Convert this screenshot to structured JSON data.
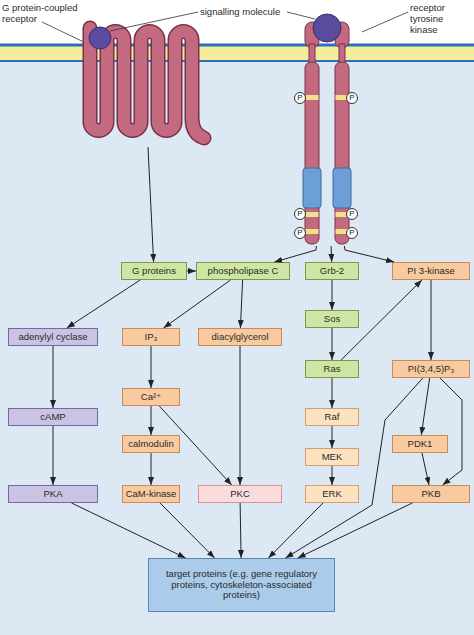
{
  "diagram": {
    "nodes": [
      {
        "text": [
          "G protein-coupled receptor"
        ]
      },
      {
        "text": [
          "receptor tyrosine kinase"
        ]
      },
      {
        "text": [
          "P"
        ],
        "in": 1
      },
      {
        "text": [
          "P"
        ],
        "in": 1
      },
      {
        "text": [
          "P"
        ],
        "in": 1
      },
      {
        "text": [
          "P"
        ],
        "in": 1
      },
      {
        "text": [
          "P"
        ],
        "in": 1
      },
      {
        "text": [
          "P"
        ],
        "in": 1
      },
      {
        "text": [
          "G proteins"
        ]
      },
      {
        "text": [
          "phospholipase C"
        ]
      },
      {
        "text": [
          "Grb-2"
        ]
      },
      {
        "text": [
          "PI 3-kinase"
        ]
      },
      {
        "text": [
          "adenylyl cyclase"
        ]
      },
      {
        "text": [
          "IP₃"
        ]
      },
      {
        "text": [
          "diacylglycerol"
        ]
      },
      {
        "text": [
          "Sos"
        ]
      },
      {
        "text": [
          "Ras"
        ]
      },
      {
        "text": [
          "PI(3,4,5)P₃"
        ]
      },
      {
        "text": [
          "Ca²⁺"
        ]
      },
      {
        "text": [
          "cAMP"
        ]
      },
      {
        "text": [
          "Raf"
        ]
      },
      {
        "text": [
          "calmodulin"
        ]
      },
      {
        "text": [
          "MEK"
        ]
      },
      {
        "text": [
          "PDK1"
        ]
      },
      {
        "text": [
          "PKA"
        ]
      },
      {
        "text": [
          "CaM-kinase"
        ]
      },
      {
        "text": [
          "PKC"
        ]
      },
      {
        "text": [
          "ERK"
        ]
      },
      {
        "text": [
          "PKB"
        ]
      },
      {
        "text": [
          "target proteins (e.g. gene regulatory proteins, cytoskeleton-associated proteins)"
        ]
      }
    ],
    "edges": [
      {
        "from": 0,
        "to": 8,
        "arrow": "to"
      },
      {
        "from": 1,
        "to": 9,
        "arrow": "to"
      },
      {
        "from": 1,
        "to": 10,
        "arrow": "to"
      },
      {
        "from": 1,
        "to": 11,
        "arrow": "to"
      },
      {
        "from": 8,
        "to": 9,
        "arrow": "to"
      },
      {
        "from": 8,
        "to": 12,
        "arrow": "to"
      },
      {
        "from": 9,
        "to": 13,
        "arrow": "to"
      },
      {
        "from": 9,
        "to": 14,
        "arrow": "to"
      },
      {
        "from": 12,
        "to": 19,
        "arrow": "to"
      },
      {
        "from": 19,
        "to": 24,
        "arrow": "to"
      },
      {
        "from": 13,
        "to": 18,
        "arrow": "to"
      },
      {
        "from": 18,
        "to": 21,
        "arrow": "to"
      },
      {
        "from": 21,
        "to": 25,
        "arrow": "to"
      },
      {
        "from": 18,
        "to": 26,
        "arrow": "to"
      },
      {
        "from": 14,
        "to": 26,
        "arrow": "to"
      },
      {
        "from": 10,
        "to": 15,
        "arrow": "to"
      },
      {
        "from": 15,
        "to": 16,
        "arrow": "to"
      },
      {
        "from": 16,
        "to": 20,
        "arrow": "to"
      },
      {
        "from": 20,
        "to": 22,
        "arrow": "to"
      },
      {
        "from": 22,
        "to": 27,
        "arrow": "to"
      },
      {
        "from": 16,
        "to": 11,
        "arrow": "to"
      },
      {
        "from": 11,
        "to": 17,
        "arrow": "to"
      },
      {
        "from": 17,
        "to": 23,
        "arrow": "to"
      },
      {
        "from": 23,
        "to": 28,
        "arrow": "to"
      },
      {
        "from": 17,
        "to": 28,
        "arrow": "to"
      },
      {
        "from": 17,
        "to": 29,
        "arrow": "to"
      },
      {
        "from": 24,
        "to": 29,
        "arrow": "to"
      },
      {
        "from": 25,
        "to": 29,
        "arrow": "to"
      },
      {
        "from": 26,
        "to": 29,
        "arrow": "to"
      },
      {
        "from": 27,
        "to": 29,
        "arrow": "to"
      },
      {
        "from": 28,
        "to": 29,
        "arrow": "to"
      }
    ],
    "labels": [
      "signalling molecule"
    ]
  }
}
